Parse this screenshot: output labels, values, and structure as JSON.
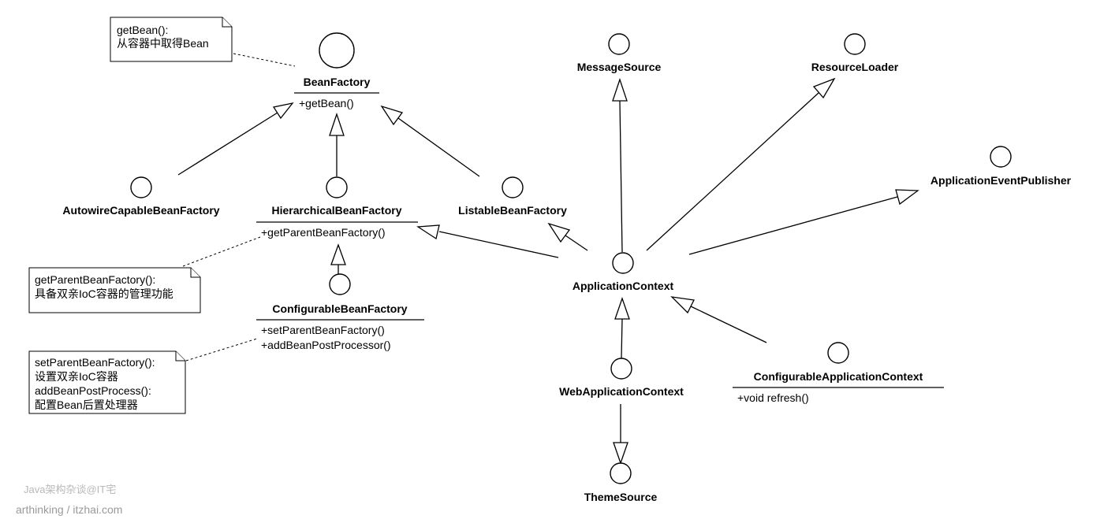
{
  "interfaces": {
    "bean_factory": {
      "name": "BeanFactory",
      "methods": [
        "+getBean()"
      ]
    },
    "autowire": {
      "name": "AutowireCapableBeanFactory"
    },
    "hierarchical": {
      "name": "HierarchicalBeanFactory",
      "methods": [
        "+getParentBeanFactory()"
      ]
    },
    "listable": {
      "name": "ListableBeanFactory"
    },
    "configurable_bf": {
      "name": "ConfigurableBeanFactory",
      "methods": [
        "+setParentBeanFactory()",
        "+addBeanPostProcessor()"
      ]
    },
    "message_source": {
      "name": "MessageSource"
    },
    "resource_loader": {
      "name": "ResourceLoader"
    },
    "event_publisher": {
      "name": "ApplicationEventPublisher"
    },
    "application_context": {
      "name": "ApplicationContext"
    },
    "web_app_context": {
      "name": "WebApplicationContext"
    },
    "configurable_app_context": {
      "name": "ConfigurableApplicationContext",
      "methods": [
        "+void refresh()"
      ]
    },
    "theme_source": {
      "name": "ThemeSource"
    }
  },
  "notes": {
    "get_bean": [
      "getBean():",
      "从容器中取得Bean"
    ],
    "get_parent": [
      "getParentBeanFactory():",
      "具备双亲IoC容器的管理功能"
    ],
    "set_parent": [
      "setParentBeanFactory():",
      "设置双亲IoC容器",
      "addBeanPostProcess():",
      "配置Bean后置处理器"
    ]
  },
  "watermark": {
    "line1": "Java架构杂谈@IT宅",
    "line2": "arthinking / itzhai.com"
  }
}
